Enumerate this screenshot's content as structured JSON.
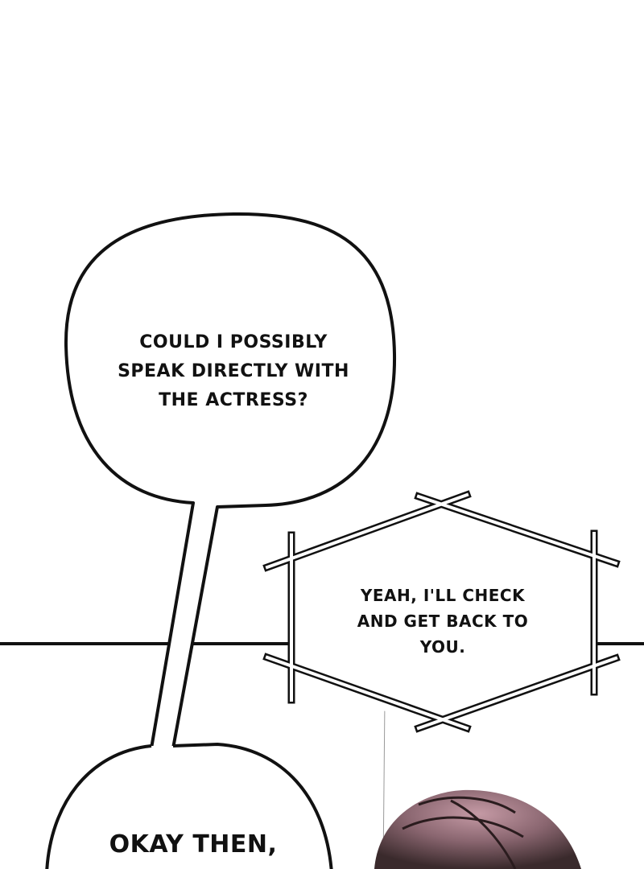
{
  "bubbles": [
    {
      "lines": [
        "Could I possibly",
        "speak directly with",
        "the actress?"
      ]
    },
    {
      "lines": [
        "Yeah, I'll check",
        "and get back to",
        "you."
      ]
    },
    {
      "lines": [
        "Okay then,"
      ]
    }
  ],
  "colors": {
    "ink": "#111111",
    "hair": "#8a6670",
    "hair_dark": "#3a2a2c"
  }
}
